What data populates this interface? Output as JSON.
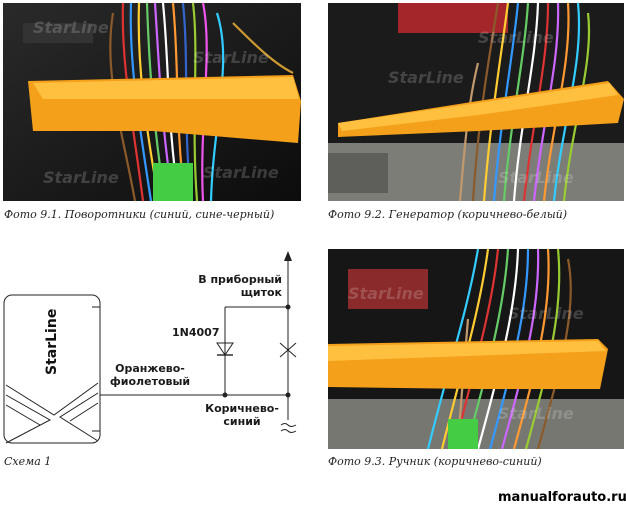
{
  "photos": [
    {
      "caption": "Фото 9.1. Поворотники (синий, сине-черный)"
    },
    {
      "caption": "Фото 9.2. Генератор (коричнево-белый)"
    },
    {
      "caption": "Фото 9.3. Ручник (коричнево-синий)"
    }
  ],
  "photo_watermark": "StarLine",
  "schema": {
    "caption": "Схема 1",
    "device_label": "StarLine",
    "dest_label_line1": "В приборный",
    "dest_label_line2": "щиток",
    "diode_label": "1N4007",
    "wire_out_line1": "Оранжево-",
    "wire_out_line2": "фиолетовый",
    "wire_in_line1": "Коричнево-",
    "wire_in_line2": "синий"
  },
  "site_watermark": "manualforauto.ru"
}
